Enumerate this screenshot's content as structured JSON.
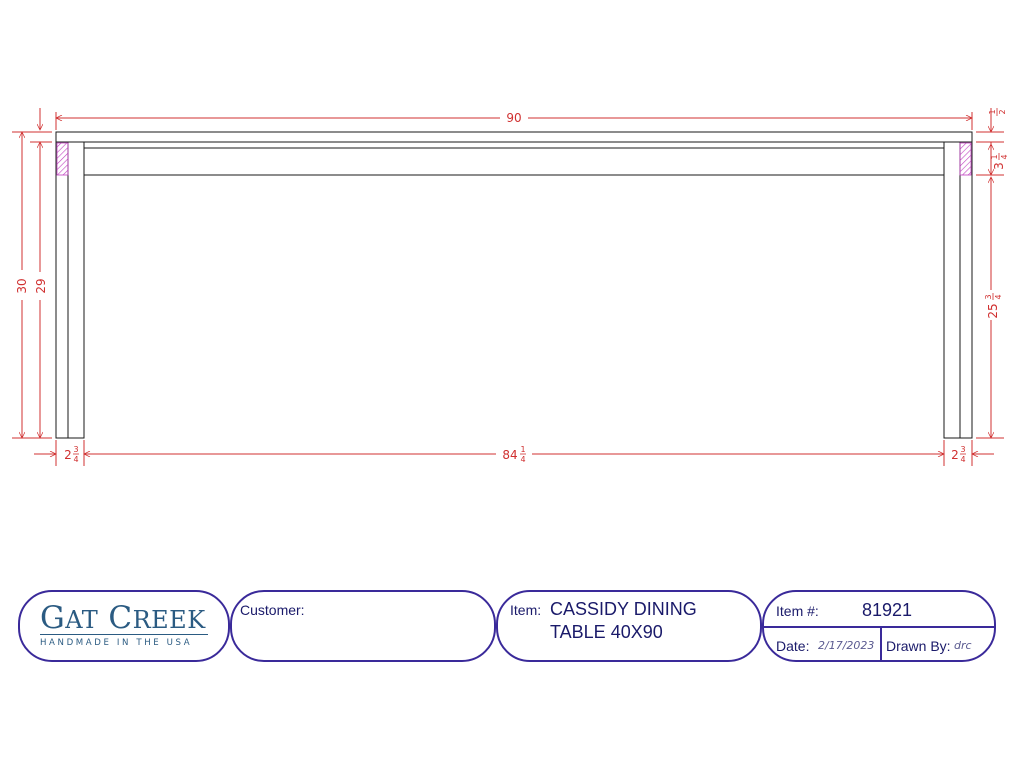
{
  "dimensions": {
    "overall_length": "90",
    "top_thickness": "1",
    "top_thickness_denominator": "2",
    "apron_height_whole": "3",
    "apron_height_numerator": "1",
    "apron_height_denominator": "4",
    "clearance_whole": "25",
    "clearance_numerator": "3",
    "clearance_denominator": "4",
    "overall_height": "30",
    "leg_height": "29",
    "leg_width_whole": "2",
    "leg_width_numerator": "3",
    "leg_width_denominator": "4",
    "between_legs_whole": "84",
    "between_legs_numerator": "1",
    "between_legs_denominator": "4"
  },
  "colors": {
    "outline": "#1a1a1a",
    "dimension": "#d03030",
    "hatch": "#c040c0",
    "title_block": "#3a2a9a",
    "logo": "#2b5b82"
  },
  "title_block": {
    "logo": {
      "name_first_initial": "G",
      "name_first_rest": "AT",
      "name_second_initial": "C",
      "name_second_rest": "REEK",
      "tagline": "HANDMADE IN THE USA"
    },
    "customer_label": "Customer:",
    "customer_value": "",
    "item_label": "Item:",
    "item_line1": "CASSIDY DINING",
    "item_line2": "TABLE 40X90",
    "item_number_label": "Item #:",
    "item_number": "81921",
    "date_label": "Date:",
    "date_value": "2/17/2023",
    "drawn_by_label": "Drawn By:",
    "drawn_by_value": "drc"
  }
}
